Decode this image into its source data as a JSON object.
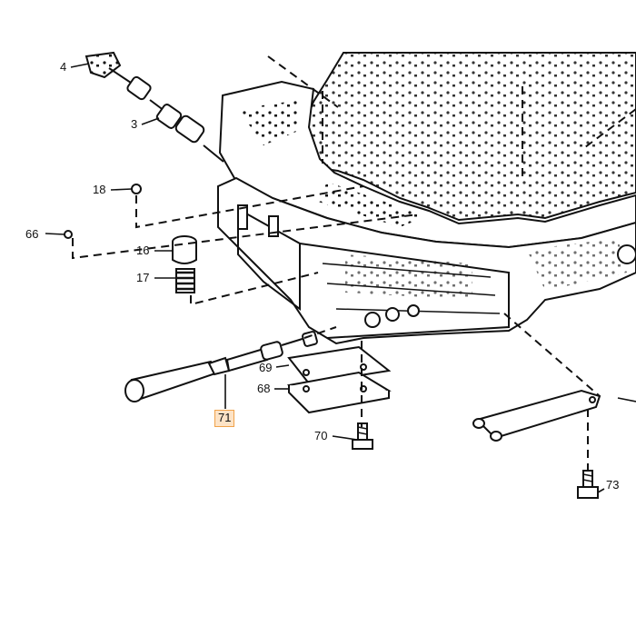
{
  "diagram": {
    "callouts": {
      "p4": "4",
      "p3": "3",
      "p18": "18",
      "p66": "66",
      "p16": "16",
      "p17": "17",
      "p69": "69",
      "p68": "68",
      "p71": "71",
      "p70": "70",
      "p73": "73"
    },
    "highlighted_part": "71",
    "highlight_color": "#f0a24a",
    "highlight_fill": "#fde3c6",
    "line_color": "#111111"
  }
}
